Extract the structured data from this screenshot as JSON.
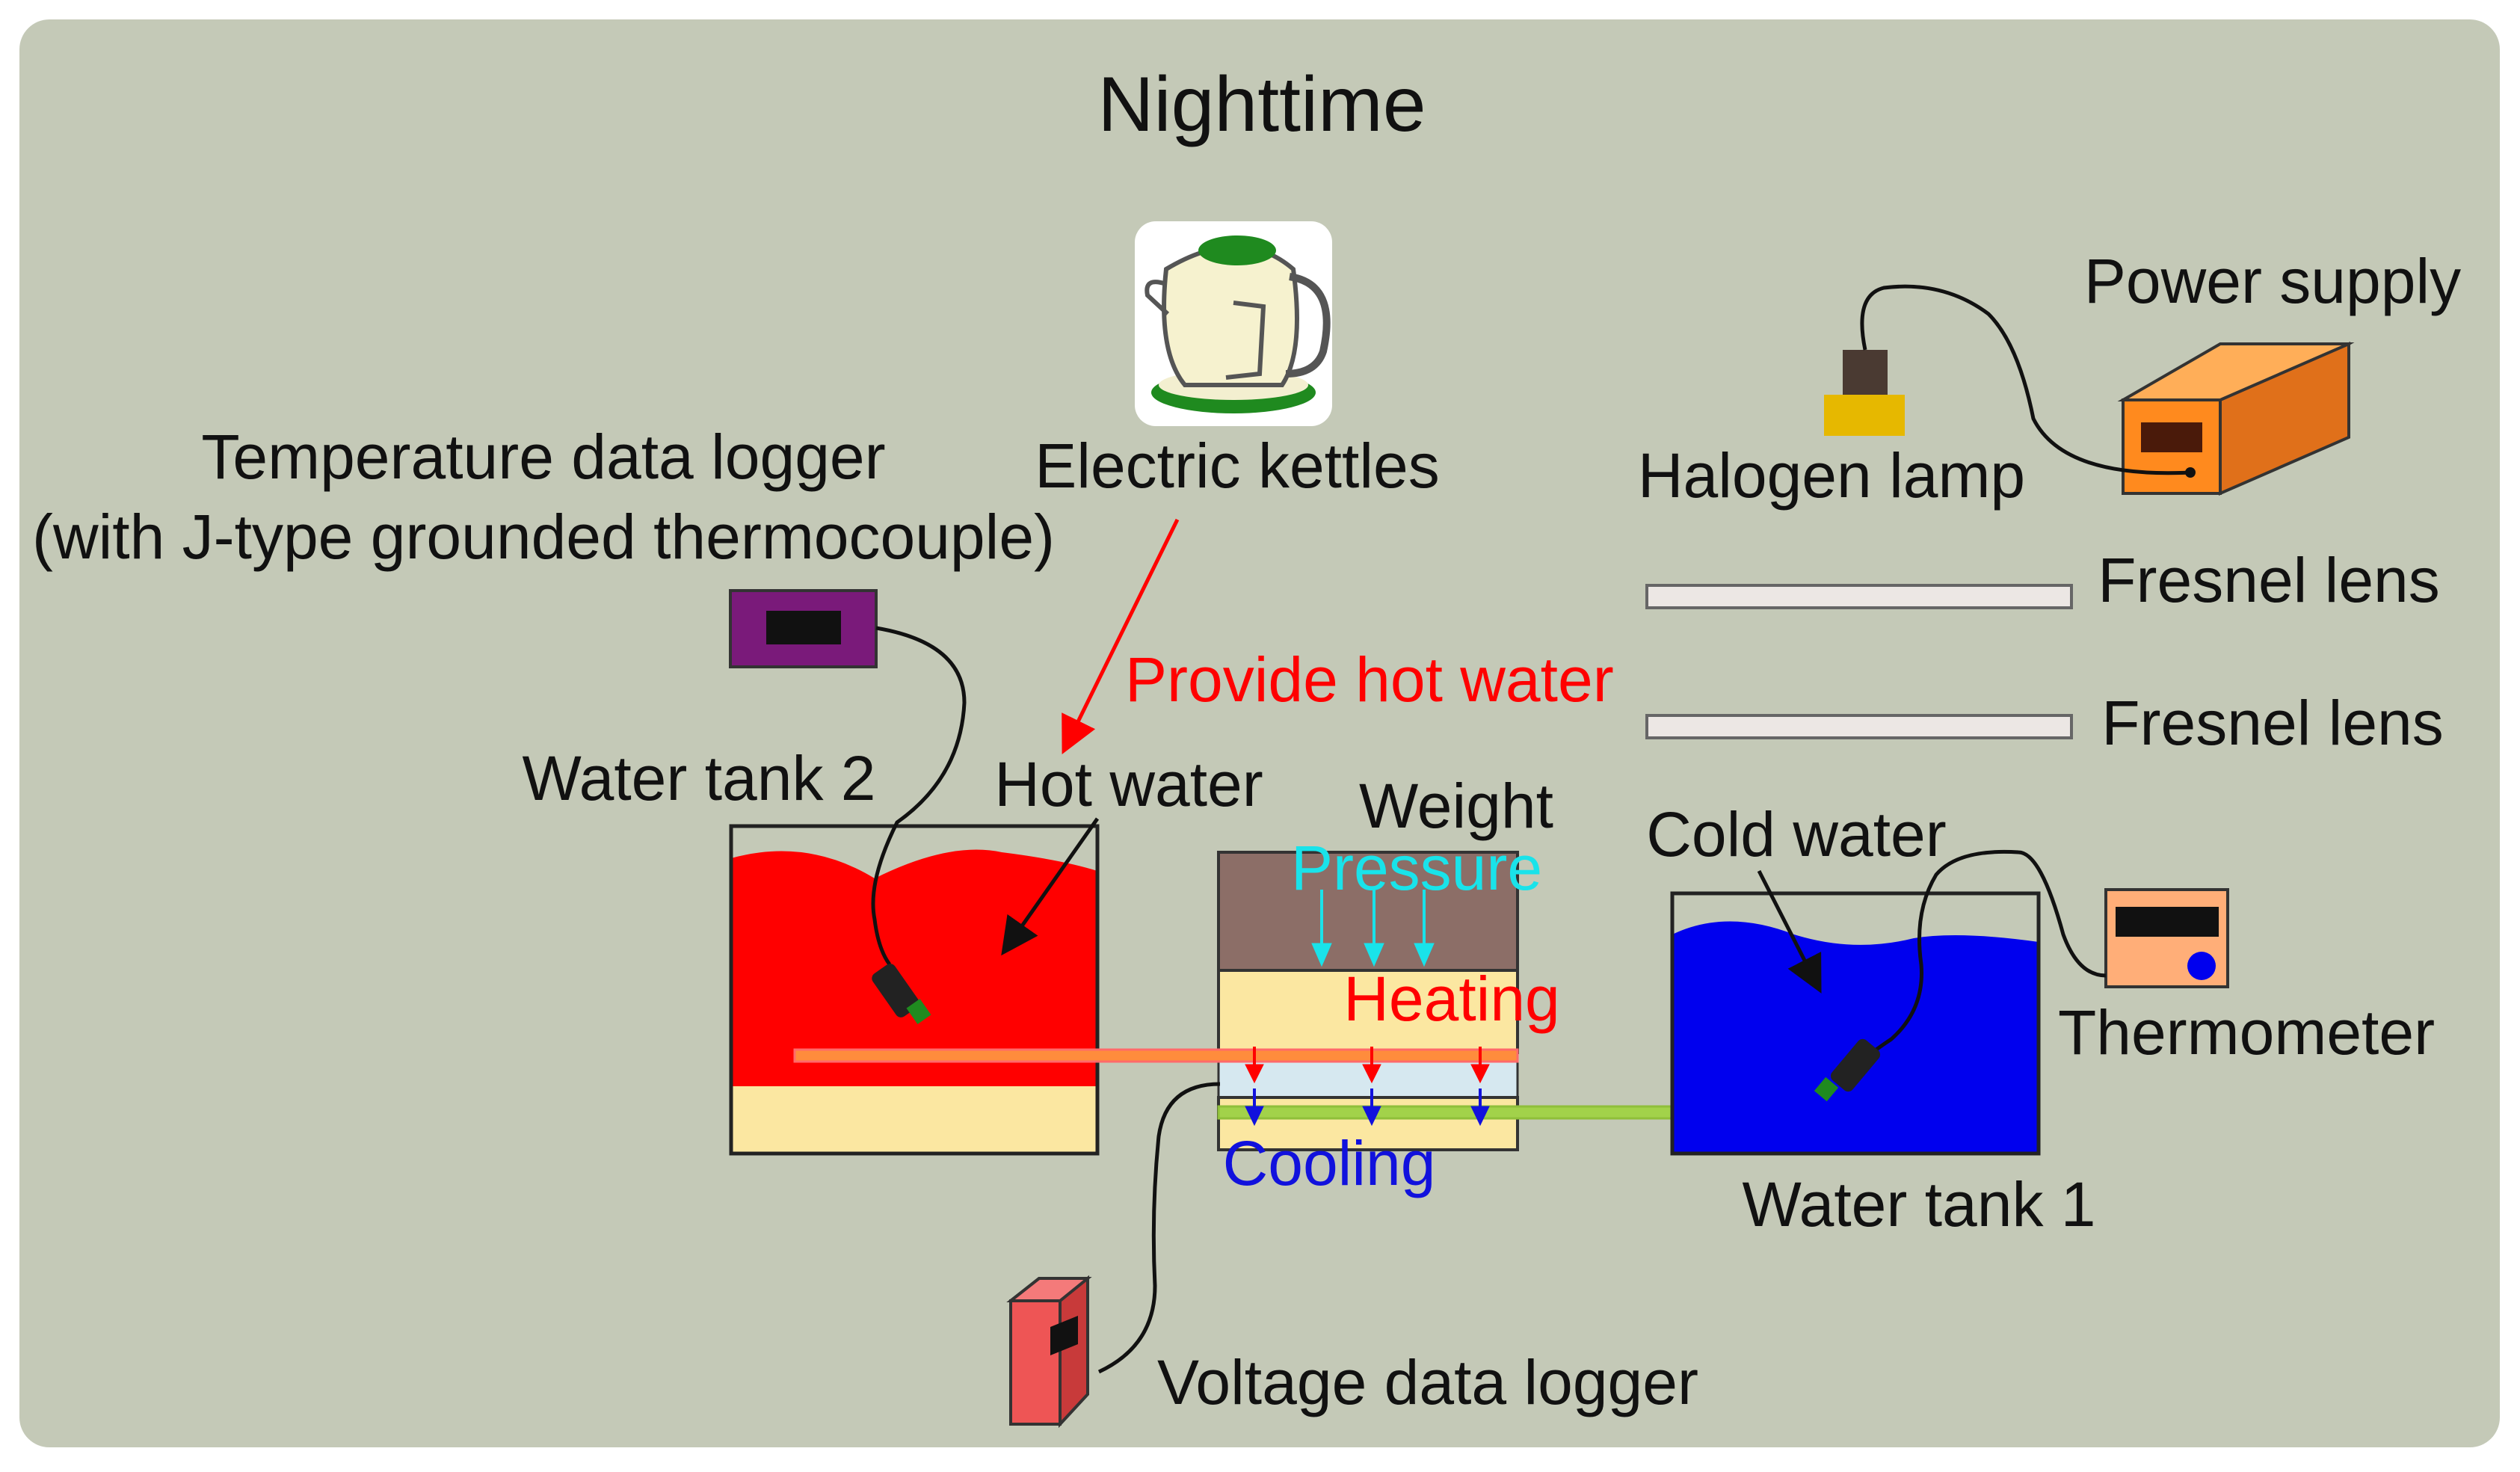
{
  "title": "Nighttime",
  "labels": {
    "electric_kettles": "Electric kettles",
    "temp_logger_line1": "Temperature data logger",
    "temp_logger_line2": "(with J-type grounded thermocouple)",
    "halogen_lamp": "Halogen lamp",
    "power_supply": "Power supply",
    "fresnel_lens_1": "Fresnel lens",
    "fresnel_lens_2": "Fresnel lens",
    "provide_hot_water": "Provide hot water",
    "water_tank_2": "Water tank 2",
    "hot_water": "Hot water",
    "weight": "Weight",
    "pressure": "Pressure",
    "heating": "Heating",
    "cooling": "Cooling",
    "cold_water": "Cold water",
    "thermometer": "Thermometer",
    "water_tank_1": "Water tank 1",
    "voltage_data_logger": "Voltage data logger"
  },
  "colors": {
    "background": "#c4c9b7",
    "hot_water": "#ff0000",
    "cold_water": "#0000ee",
    "weight_block": "#8c6e67",
    "sand_layer": "#fbe7a1",
    "cooling_layer": "#d6e8f0",
    "pressure": "#19e3ea",
    "heating": "#ff0000",
    "cooling": "#1111dd",
    "hot_pipe": "#ff8c3c",
    "cold_pipe": "#a2d24a",
    "power_supply": "#ff8a1e",
    "temp_logger": "#7a1a7a",
    "voltage_logger": "#ee5555",
    "thermometer": "#ffae78",
    "lamp_base": "#4a3a32",
    "lamp_bulb": "#e6b800",
    "lens": "#ece7e4"
  },
  "icons": [
    "kettle-icon",
    "halogen-lamp-icon",
    "power-supply-icon",
    "temperature-logger-icon",
    "thermometer-icon",
    "voltage-logger-icon",
    "thermocouple-probe-icon"
  ]
}
